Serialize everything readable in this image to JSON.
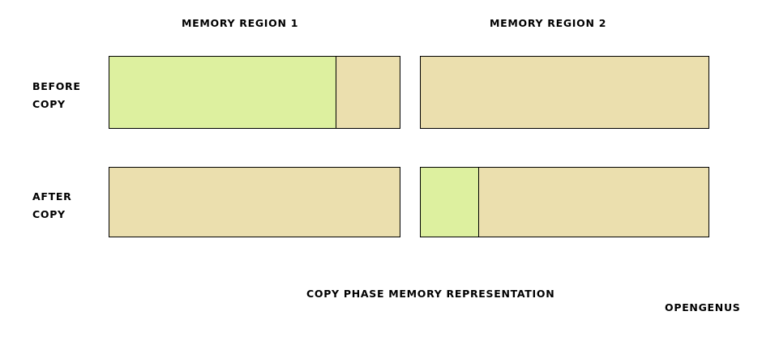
{
  "diagram": {
    "caption": "COPY PHASE MEMORY REPRESENTATION",
    "watermark": "OPENGENUS",
    "colors": {
      "used": "#ddf09f",
      "free": "#ebdfae",
      "border": "#000000",
      "background": "#ffffff"
    },
    "column_headers": [
      {
        "label": "MEMORY REGION 1"
      },
      {
        "label": "MEMORY REGION 2"
      }
    ],
    "row_labels": [
      {
        "line1": "BEFORE",
        "line2": "COPY"
      },
      {
        "line1": "AFTER",
        "line2": "COPY"
      }
    ],
    "bars": {
      "before_region_1": {
        "segments": [
          {
            "kind": "used",
            "percent": 78
          },
          {
            "kind": "free",
            "percent": 22
          }
        ]
      },
      "before_region_2": {
        "segments": [
          {
            "kind": "free",
            "percent": 100
          }
        ]
      },
      "after_region_1": {
        "segments": [
          {
            "kind": "free",
            "percent": 100
          }
        ]
      },
      "after_region_2": {
        "segments": [
          {
            "kind": "used",
            "percent": 20
          },
          {
            "kind": "free",
            "percent": 80
          }
        ]
      }
    }
  }
}
